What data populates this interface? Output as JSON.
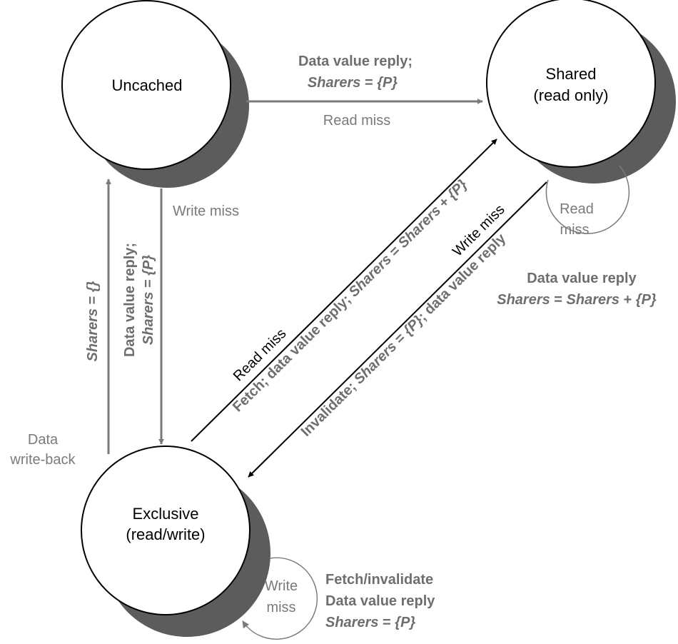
{
  "states": {
    "uncached": {
      "label": "Uncached"
    },
    "shared": {
      "line1": "Shared",
      "line2": "(read only)"
    },
    "exclusive": {
      "line1": "Exclusive",
      "line2": "(read/write)"
    }
  },
  "transitions": {
    "uncached_to_shared": {
      "action_line1": "Data value reply;",
      "action_var": "Sharers",
      "action_eq": " = ",
      "action_val": "{P}",
      "event": "Read miss"
    },
    "uncached_to_exclusive": {
      "event": "Write miss",
      "action_line1": "Data value reply;",
      "action_var": "Sharers",
      "action_eq": " = ",
      "action_val": "{P}"
    },
    "exclusive_to_uncached": {
      "event_line1": "Data",
      "event_line2": "write-back",
      "action_var": "Sharers",
      "action_eq": " = ",
      "action_val": "{}"
    },
    "exclusive_to_shared": {
      "event": "Read miss",
      "action_a": "Fetch; data value reply; ",
      "action_var1": "Sharers",
      "action_eq": " = ",
      "action_var2": "Sharers",
      "action_plus": " + ",
      "action_val": "{P}"
    },
    "shared_to_exclusive": {
      "event": "Write miss",
      "action_a": "Invalidate; ",
      "action_var": "Sharers",
      "action_eq": " = ",
      "action_val": "{P}",
      "action_b": "; data value reply"
    },
    "shared_self": {
      "event_line1": "Read",
      "event_line2": "miss",
      "action_line1": "Data value reply",
      "action_var1": "Sharers",
      "action_eq": " = ",
      "action_var2": "Sharers",
      "action_plus": " + ",
      "action_val": "{P}"
    },
    "exclusive_self": {
      "event_line1": "Write",
      "event_line2": "miss",
      "action_line1": "Fetch/invalidate",
      "action_line2": "Data value reply",
      "action_var": "Sharers",
      "action_eq": " = ",
      "action_val": "{P}"
    }
  },
  "colors": {
    "gray_arrow": "#7a7a7a",
    "black_arrow": "#000000",
    "node_shadow": "#5c5c5c"
  }
}
